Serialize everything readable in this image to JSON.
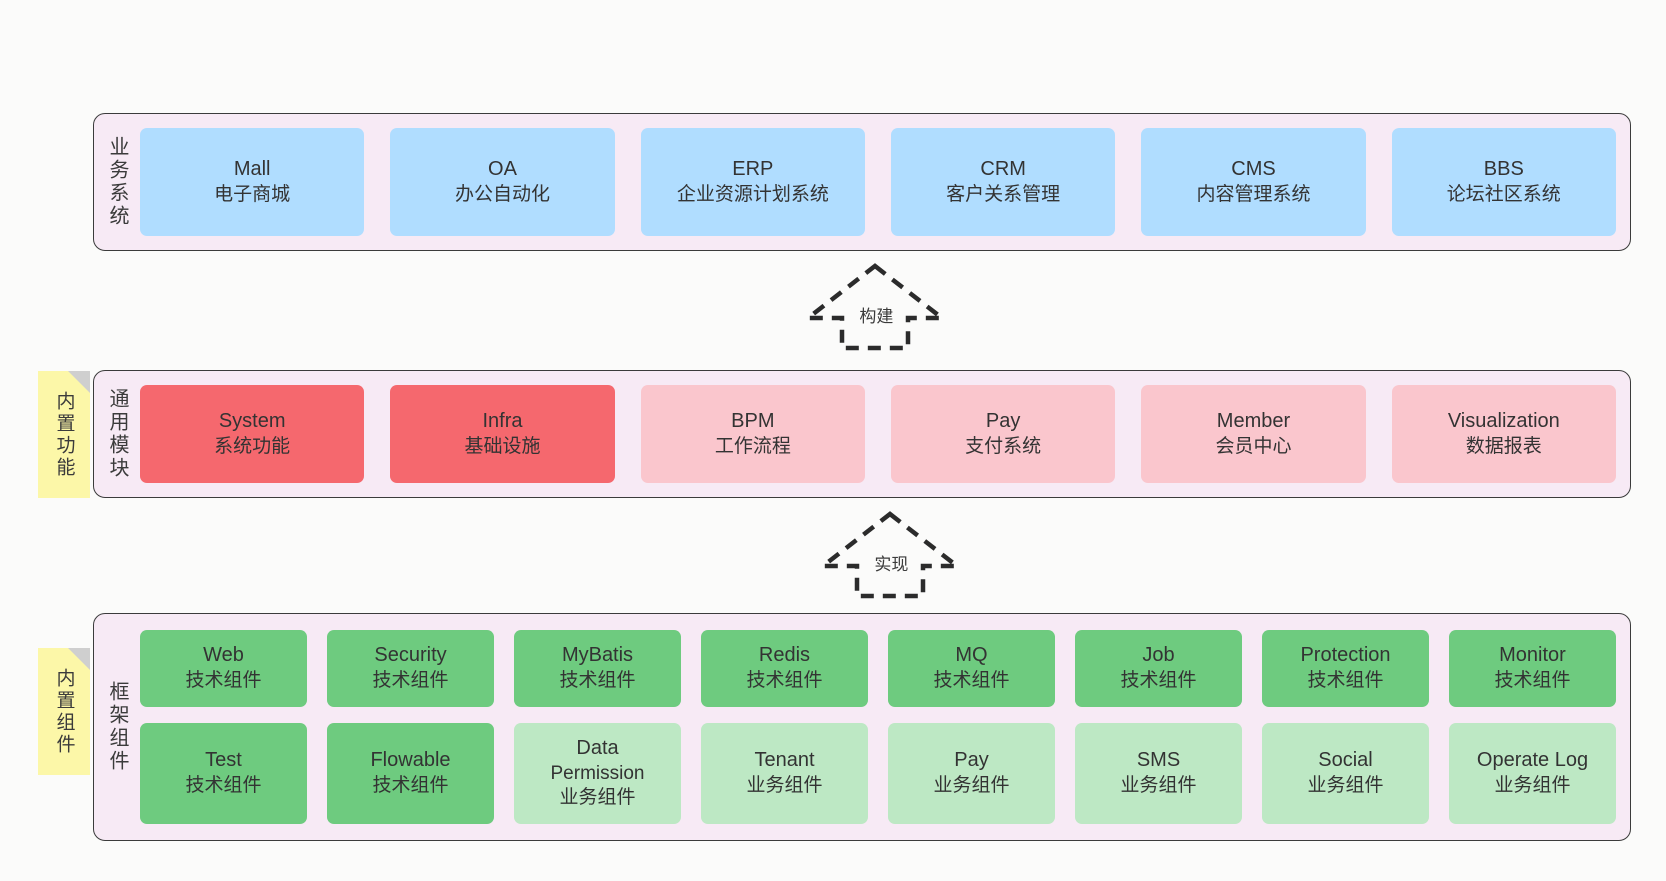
{
  "diagram": {
    "title": "",
    "background": "#fbfbfa",
    "colors": {
      "panel_bg": "#f7eaf5",
      "panel_border": "#3b3b3b",
      "business_card": "#b0ddff",
      "module_core": "#f5686e",
      "module_normal": "#fac6cd",
      "framework_tech": "#6ecb7f",
      "framework_biz": "#bde8c4",
      "sticky": "#fcf7a8",
      "sticky_fold": "#cfcfcf",
      "text": "#333333"
    }
  },
  "layers": [
    {
      "id": "business",
      "label": "业务系统",
      "rows": [
        {
          "cards": [
            {
              "style": "c-blue",
              "l1": "Mall",
              "l2": "电子商城"
            },
            {
              "style": "c-blue",
              "l1": "OA",
              "l2": "办公自动化"
            },
            {
              "style": "c-blue",
              "l1": "ERP",
              "l2": "企业资源计划系统"
            },
            {
              "style": "c-blue",
              "l1": "CRM",
              "l2": "客户关系管理"
            },
            {
              "style": "c-blue",
              "l1": "CMS",
              "l2": "内容管理系统"
            },
            {
              "style": "c-blue",
              "l1": "BBS",
              "l2": "论坛社区系统"
            }
          ]
        }
      ]
    },
    {
      "id": "modules",
      "label": "通用模块",
      "sticky": "内置功能",
      "rows": [
        {
          "cards": [
            {
              "style": "c-red",
              "l1": "System",
              "l2": "系统功能"
            },
            {
              "style": "c-red",
              "l1": "Infra",
              "l2": "基础设施"
            },
            {
              "style": "c-pink",
              "l1": "BPM",
              "l2": "工作流程"
            },
            {
              "style": "c-pink",
              "l1": "Pay",
              "l2": "支付系统"
            },
            {
              "style": "c-pink",
              "l1": "Member",
              "l2": "会员中心"
            },
            {
              "style": "c-pink",
              "l1": "Visualization",
              "l2": "数据报表"
            }
          ]
        }
      ]
    },
    {
      "id": "framework",
      "label": "框架组件",
      "sticky": "内置组件",
      "rows": [
        {
          "cards": [
            {
              "style": "c-green",
              "l1": "Web",
              "l2": "技术组件"
            },
            {
              "style": "c-green",
              "l1": "Security",
              "l2": "技术组件"
            },
            {
              "style": "c-green",
              "l1": "MyBatis",
              "l2": "技术组件"
            },
            {
              "style": "c-green",
              "l1": "Redis",
              "l2": "技术组件"
            },
            {
              "style": "c-green",
              "l1": "MQ",
              "l2": "技术组件"
            },
            {
              "style": "c-green",
              "l1": "Job",
              "l2": "技术组件"
            },
            {
              "style": "c-green",
              "l1": "Protection",
              "l2": "技术组件"
            },
            {
              "style": "c-green",
              "l1": "Monitor",
              "l2": "技术组件"
            }
          ]
        },
        {
          "cards": [
            {
              "style": "c-green",
              "l1": "Test",
              "l2": "技术组件"
            },
            {
              "style": "c-green",
              "l1": "Flowable",
              "l2": "技术组件"
            },
            {
              "style": "c-lightgreen",
              "l1": "Data",
              "l2": "Permission",
              "l3": "业务组件"
            },
            {
              "style": "c-lightgreen",
              "l1": "Tenant",
              "l2": "业务组件"
            },
            {
              "style": "c-lightgreen",
              "l1": "Pay",
              "l2": "业务组件"
            },
            {
              "style": "c-lightgreen",
              "l1": "SMS",
              "l2": "业务组件"
            },
            {
              "style": "c-lightgreen",
              "l1": "Social",
              "l2": "业务组件"
            },
            {
              "style": "c-lightgreen",
              "l1": "Operate Log",
              "l2": "业务组件"
            }
          ]
        }
      ]
    }
  ],
  "connectors": [
    {
      "id": "build",
      "label": "构建",
      "from": "modules",
      "to": "business"
    },
    {
      "id": "implement",
      "label": "实现",
      "from": "framework",
      "to": "modules"
    }
  ]
}
